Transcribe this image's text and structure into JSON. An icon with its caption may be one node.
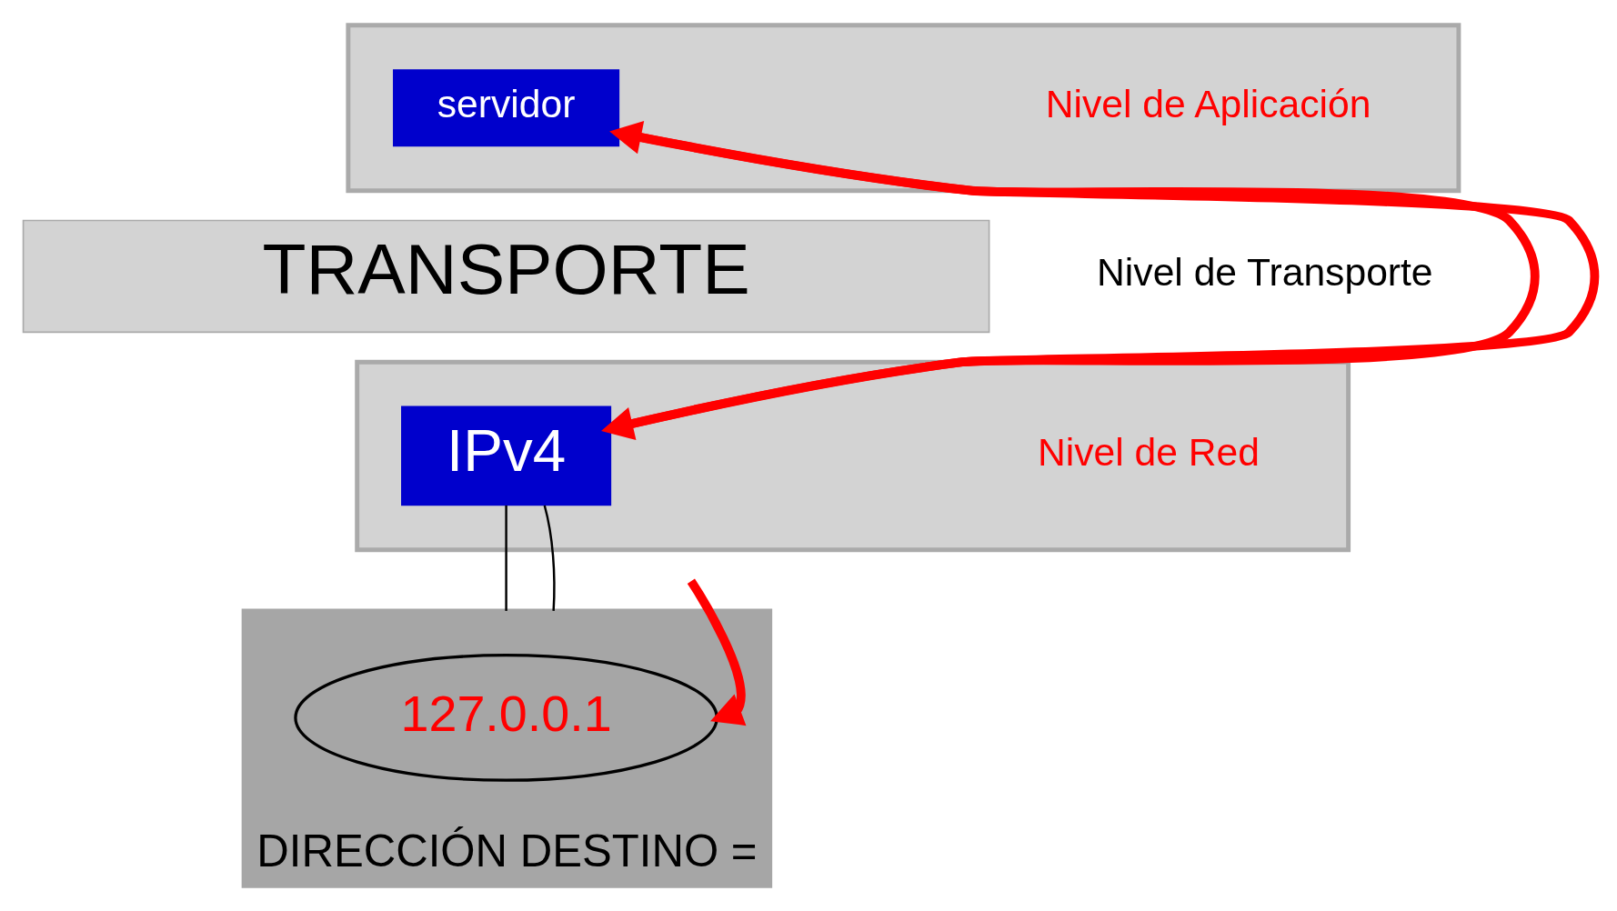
{
  "diagram": {
    "nodes": [
      {
        "text": [],
        "shape": "box",
        "beside": [
          "Nivel de Aplicación"
        ]
      },
      {
        "text": [
          "servidor"
        ],
        "in": 0
      },
      {
        "text": [
          "TRANSPORTE"
        ],
        "beside": [
          "Nivel de Transporte"
        ]
      },
      {
        "text": [],
        "shape": "box",
        "beside": [
          "Nivel de Red"
        ]
      },
      {
        "text": [
          "IPv4"
        ],
        "in": 3
      },
      {
        "text": [
          "DIRECCIÓN DESTINO ="
        ]
      },
      {
        "text": [
          "127.0.0.1"
        ],
        "in": 5
      }
    ],
    "edges": [
      {
        "from": 1,
        "to": 4,
        "arrow": "to"
      },
      {
        "from": 4,
        "to": 1,
        "arrow": "to"
      },
      {
        "from": 4,
        "to": 5,
        "arrow": "none",
        "color": "#000000"
      },
      {
        "from": 4,
        "to": 5,
        "arrow": "none",
        "color": "#000000"
      },
      {
        "from": null,
        "to": 6,
        "arrow": "to"
      }
    ]
  }
}
